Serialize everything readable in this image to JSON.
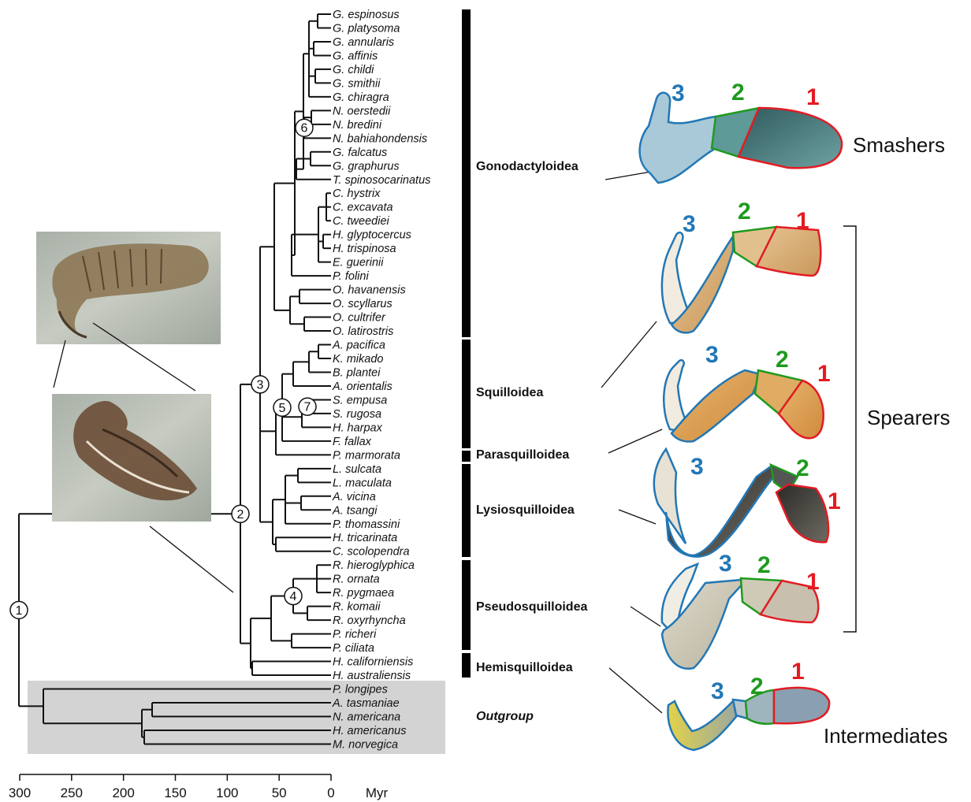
{
  "taxa": [
    "G. espinosus",
    "G. platysoma",
    "G. annularis",
    "G. affinis",
    "G. childi",
    "G. smithii",
    "G. chiragra",
    "N. oerstedii",
    "N. bredini",
    "N. bahiahondensis",
    "G. falcatus",
    "G. graphurus",
    "T. spinosocarinatus",
    "C. hystrix",
    "C. excavata",
    "C. tweediei",
    "H. glyptocercus",
    "H. trispinosa",
    "E. guerinii",
    "P. folini",
    "O. havanensis",
    "O. scyllarus",
    "O. cultrifer",
    "O. latirostris",
    "A. pacifica",
    "K. mikado",
    "B. plantei",
    "A. orientalis",
    "S. empusa",
    "S. rugosa",
    "H. harpax",
    "F. fallax",
    "P. marmorata",
    "L. sulcata",
    "L. maculata",
    "A. vicina",
    "A. tsangi",
    "P. thomassini",
    "H. tricarinata",
    "C. scolopendra",
    "R. hieroglyphica",
    "R. ornata",
    "R. pygmaea",
    "R. komaii",
    "R. oxyrhyncha",
    "P. richeri",
    "P. ciliata",
    "H. californiensis",
    "H. australiensis",
    "P. longipes",
    "A. tasmaniae",
    "N. americana",
    "H. americanus",
    "M. norvegica"
  ],
  "groups": {
    "gonodactyloidea": "Gonodactyloidea",
    "squilloidea": "Squilloidea",
    "parasquilloidea": "Parasquilloidea",
    "lysiosquilloidea": "Lysiosquilloidea",
    "pseudosquilloidea": "Pseudosquilloidea",
    "hemisquilloidea": "Hemisquilloidea",
    "outgroup": "Outgroup"
  },
  "categories": {
    "smashers": "Smashers",
    "spearers": "Spearers",
    "intermediates": "Intermediates"
  },
  "nodes": [
    "1",
    "2",
    "3",
    "4",
    "5",
    "6",
    "7"
  ],
  "segments": {
    "s1": "1",
    "s2": "2",
    "s3": "3"
  },
  "axis": {
    "ticks": [
      "300",
      "250",
      "200",
      "150",
      "100",
      "50",
      "0"
    ],
    "unit": "Myr"
  },
  "colors": {
    "seg1": "#e31b23",
    "seg2": "#1e9a1e",
    "seg3": "#2277b5",
    "outgroup_shade": "#d3d3d3"
  }
}
